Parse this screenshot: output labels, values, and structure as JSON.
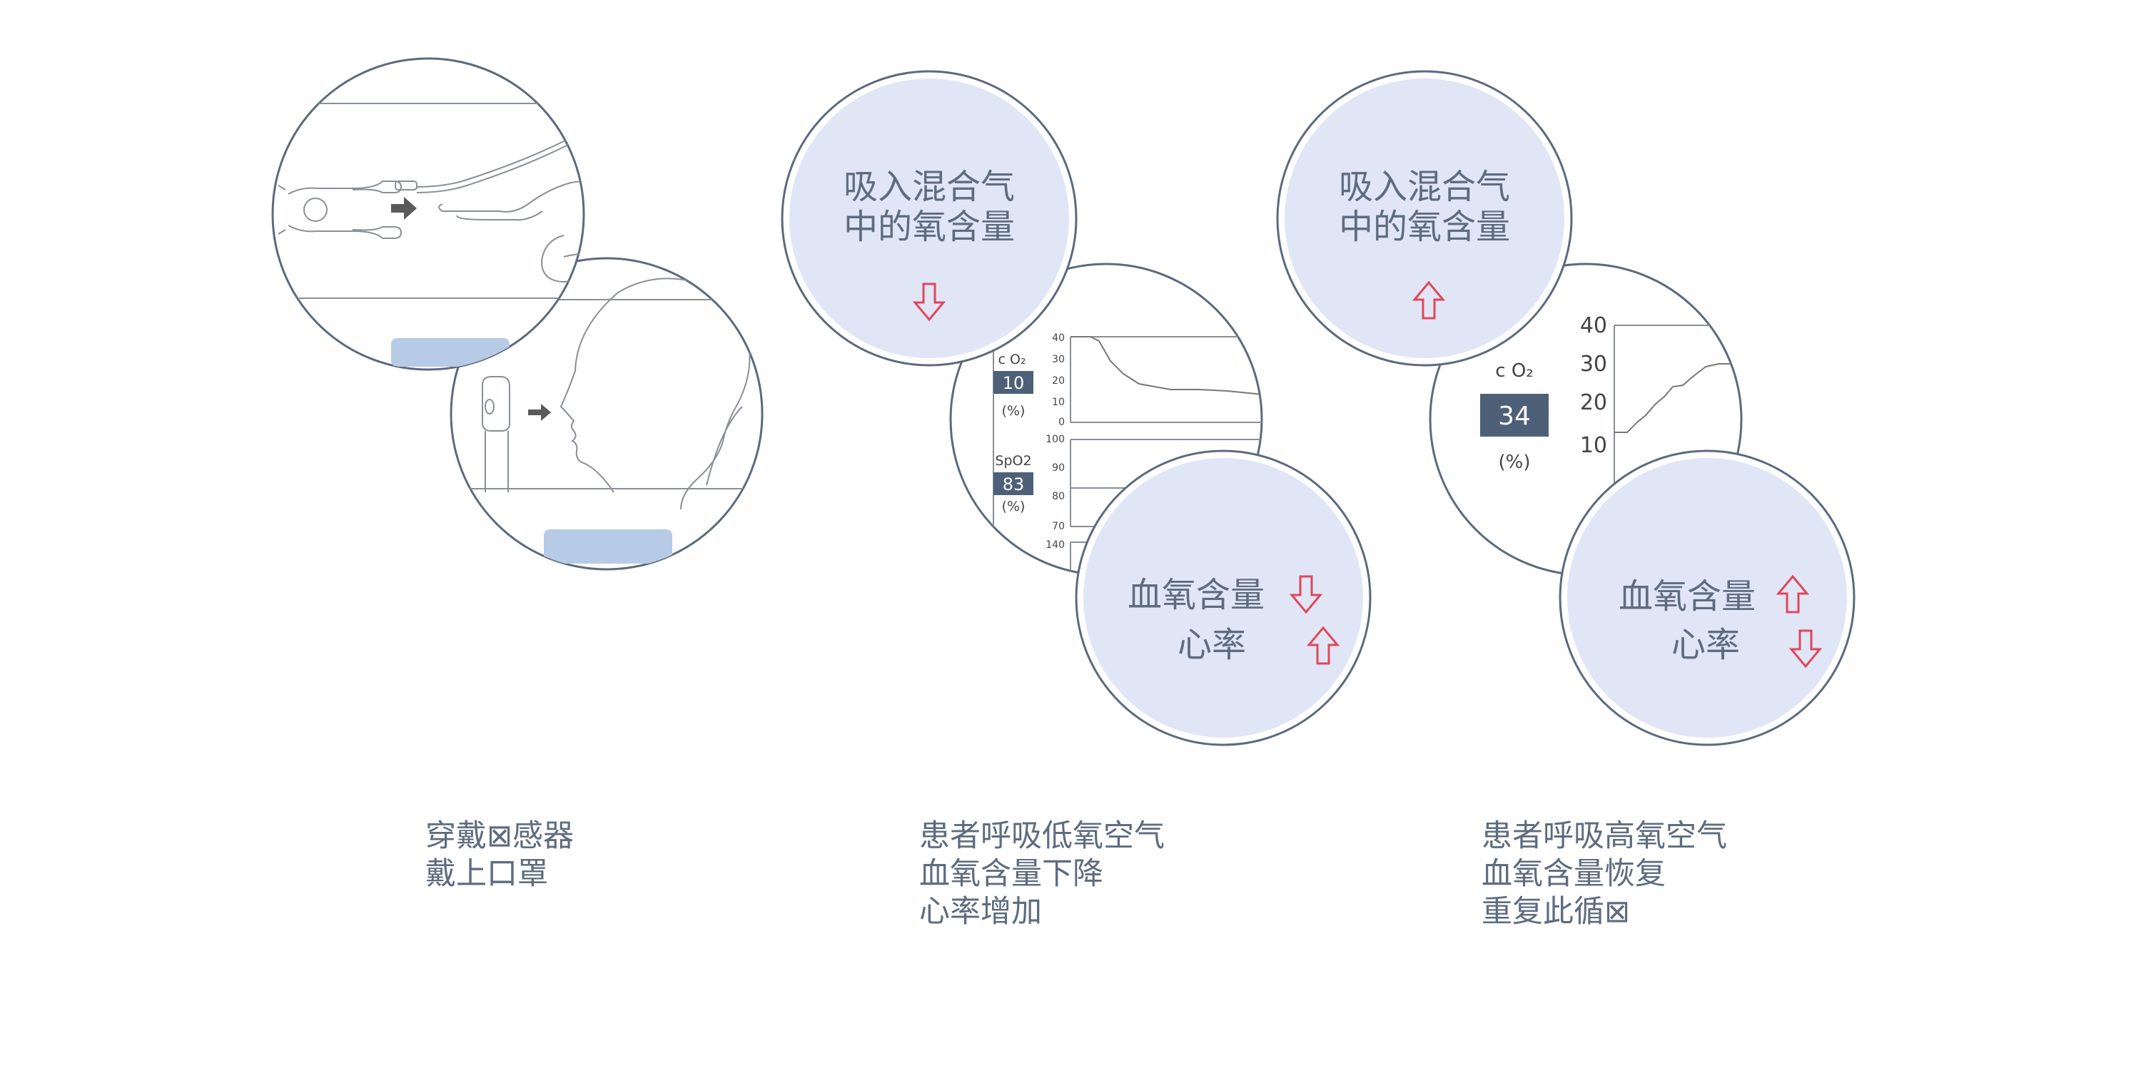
{
  "colors": {
    "circle_stroke": "#5d6a7c",
    "circle_fill_light": "#e1e6f6",
    "text_main": "#5e6c80",
    "arrow_red": "#e0475b",
    "value_box": "#4d6078",
    "pad_blue": "#b7cbe6",
    "line_art": "#8a8f96"
  },
  "step1": {
    "caption_lines": [
      "穿戴⊠感器",
      "戴上口罩"
    ]
  },
  "step2": {
    "oxygen_bubble": {
      "line1": "吸入混合气",
      "line2": "中的氧含量",
      "arrow": "down"
    },
    "monitor": {
      "co2_label": "c O₂",
      "co2_value": "10",
      "co2_unit": "(%)",
      "spo2_label": "SpO2",
      "spo2_value": "83",
      "spo2_unit": "(%)",
      "top_ticks": [
        "40",
        "30",
        "20",
        "10",
        "0"
      ],
      "bottom_ticks": [
        "100",
        "90",
        "80",
        "70",
        "140"
      ]
    },
    "result_bubble": {
      "row1_label": "血氧含量",
      "row1_arrow": "down",
      "row2_label": "心率",
      "row2_arrow": "up"
    },
    "caption_lines": [
      "患者呼吸低氧空气",
      "血氧含量下降",
      "心率增加"
    ]
  },
  "step3": {
    "oxygen_bubble": {
      "line1": "吸入混合气",
      "line2": "中的氧含量",
      "arrow": "up"
    },
    "monitor": {
      "co2_label": "c O₂",
      "co2_value": "34",
      "co2_unit": "(%)",
      "ticks": [
        "40",
        "30",
        "20",
        "10"
      ]
    },
    "result_bubble": {
      "row1_label": "血氧含量",
      "row1_arrow": "up",
      "row2_label": "心率",
      "row2_arrow": "down"
    },
    "caption_lines": [
      "患者呼吸高氧空气",
      "血氧含量恢复",
      "重复此循⊠"
    ]
  }
}
